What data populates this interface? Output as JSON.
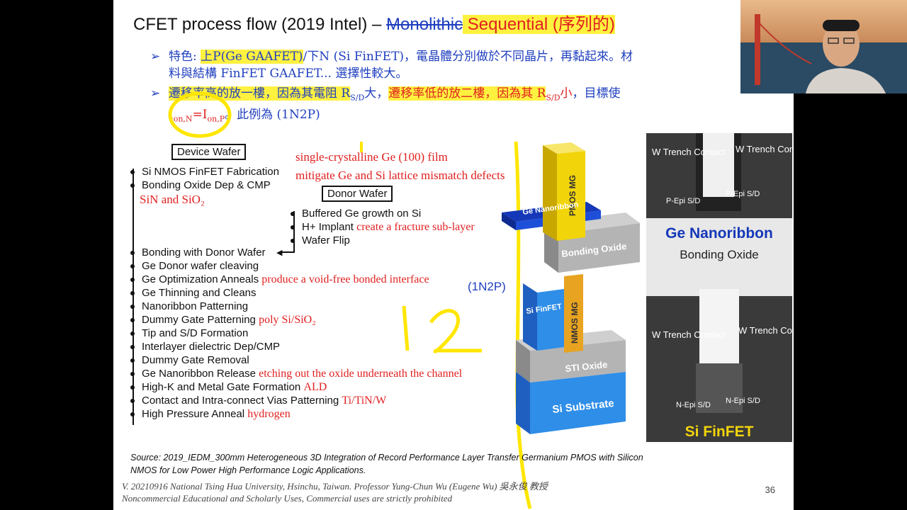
{
  "slide": {
    "title_prefix": "CFET process flow (2019 Intel) – ",
    "title_strike": "Monolithic",
    "title_red": " Sequential (序列的)",
    "bullet1_line1_a": "特色: ",
    "bullet1_line1_hl": "上P(Ge GAAFET)",
    "bullet1_line1_b": "/下N (Si FinFET)，電晶體分別做於不同晶片，再黏起來。材",
    "bullet1_line2": "料與結構 FinFET GAAFET... 選擇性較大。",
    "bullet2_a": "遷移率高的放一樓，因為其電阻 R",
    "bullet2_sub1": "S/D",
    "bullet2_b": "大，",
    "bullet2_red_a": "遷移率低的放二樓，因為其 R",
    "bullet2_sub2": "S/D",
    "bullet2_red_b": "小",
    "bullet2_c": "，目標使",
    "bullet2_line2_a": "I",
    "bullet2_line2_sub1": "on,N",
    "bullet2_line2_b": "=I",
    "bullet2_line2_sub2": "on,P",
    "bullet2_line2_c": "。此例為 (1N2P)",
    "device_wafer": "Device Wafer",
    "donor_wafer": "Donor Wafer",
    "note_ge_film": "single-crystalline Ge (100) film",
    "note_mismatch": "mitigate Ge and Si lattice mismatch defects",
    "steps_a": [
      "Si NMOS FinFET Fabrication",
      "Bonding Oxide Dep & CMP"
    ],
    "note_sin": "SiN and SiO₂",
    "donor_steps": [
      "Buffered Ge growth on Si",
      "H+ Implant",
      "Wafer Flip"
    ],
    "note_fracture": "create a fracture sub-layer",
    "steps_b": [
      "Bonding with Donor Wafer",
      "Ge Donor wafer cleaving",
      "Ge Optimization Anneals",
      "Ge Thinning and Cleans",
      "Nanoribbon Patterning",
      "Dummy Gate Patterning",
      "Tip and S/D Formation",
      "Interlayer dielectric Dep/CMP",
      "Dummy Gate Removal",
      "Ge Nanoribbon Release",
      "High-K and Metal Gate Formation",
      "Contact and Intra-connect Vias Patterning",
      "High Pressure Anneal"
    ],
    "note_void": "produce a void-free bonded interface",
    "note_poly": "poly Si/SiO₂",
    "note_etch": "etching out the oxide underneath the channel",
    "note_ald": "ALD",
    "note_titin": "Ti/TiN/W",
    "note_hydrogen": "hydrogen",
    "n2p_label": "(1N2P)",
    "diagram": {
      "pmos_mg": "PMOS MG",
      "ge_nanoribbon": "Ge Nanoribbon",
      "bonding_oxide": "Bonding Oxide",
      "si_finfet": "Si FinFET",
      "nmos_mg": "NMOS MG",
      "sti_oxide": "STI Oxide",
      "si_substrate": "Si Substrate"
    },
    "tem": {
      "w_trench_contact": "W Trench Contact",
      "p_epi": "P-Epi S/D",
      "ge_nanoribbon": "Ge Nanoribbon",
      "bonding_oxide": "Bonding Oxide",
      "n_epi": "N-Epi S/D",
      "si_finfet": "Si FinFET"
    },
    "source_line1": "Source:  2019_IEDM_300mm Heterogeneous 3D Integration of Record Performance Layer Transfer Germanium PMOS with Silicon",
    "source_line2": "NMOS for Low Power High Performance Logic Applications.",
    "footer_line1": "V. 20210916 National Tsing Hua University, Hsinchu, Taiwan. Professor Yung-Chun Wu (Eugene Wu) 吳永俊 教授",
    "footer_line2": "Noncommercial Educational and Scholarly Uses, Commercial uses are strictly prohibited",
    "page_number": "36"
  },
  "colors": {
    "blue": "#1f3fbf",
    "red": "#e02020",
    "highlight": "#ffec00",
    "pmos": "#f2d40a",
    "nmos": "#e8a320"
  }
}
